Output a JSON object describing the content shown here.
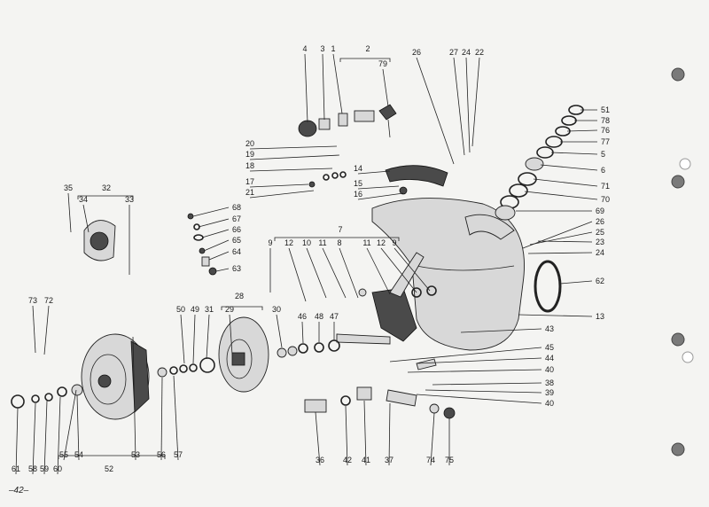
{
  "page_number": "–42–",
  "callouts": [
    "1",
    "2",
    "3",
    "4",
    "5",
    "6",
    "7",
    "8",
    "9",
    "10",
    "11",
    "12",
    "13",
    "14",
    "15",
    "16",
    "17",
    "18",
    "19",
    "20",
    "21",
    "22",
    "23",
    "24",
    "25",
    "26",
    "27",
    "28",
    "29",
    "30",
    "31",
    "32",
    "33",
    "34",
    "35",
    "36",
    "37",
    "38",
    "39",
    "40",
    "41",
    "42",
    "43",
    "44",
    "45",
    "46",
    "47",
    "48",
    "49",
    "50",
    "51",
    "52",
    "53",
    "54",
    "55",
    "56",
    "57",
    "58",
    "59",
    "60",
    "61",
    "62",
    "63",
    "64",
    "65",
    "66",
    "67",
    "68",
    "69",
    "70",
    "71",
    "72",
    "73",
    "74",
    "75",
    "76",
    "77",
    "78",
    "79"
  ]
}
